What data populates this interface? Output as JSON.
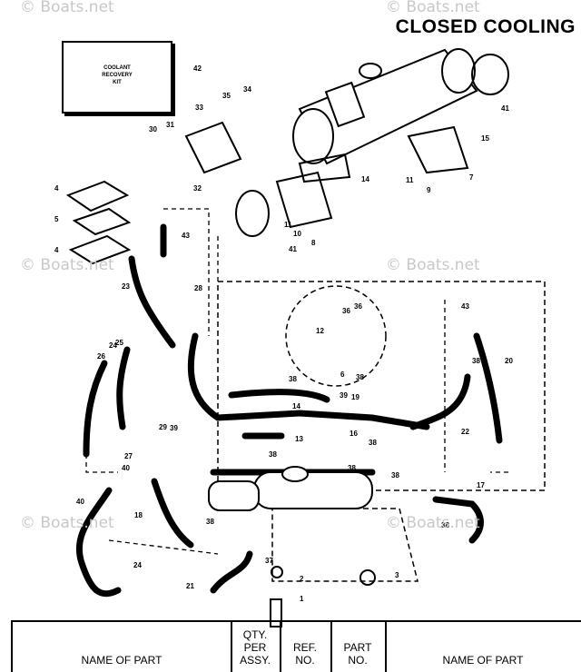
{
  "title": "CLOSED COOLING",
  "watermark": "© Boats.net",
  "kit_label": "COOLANT\nRECOVERY\nKIT",
  "table_headers": [
    "NAME OF PART",
    "QTY.\nPER\nASSY.",
    "REF.\nNO.",
    "PART\nNO.",
    "NAME OF PART"
  ],
  "callouts": [
    "1",
    "2",
    "3",
    "4",
    "4",
    "5",
    "6",
    "7",
    "8",
    "9",
    "10",
    "11",
    "11",
    "12",
    "13",
    "14",
    "14",
    "15",
    "16",
    "17",
    "18",
    "19",
    "20",
    "21",
    "22",
    "23",
    "24",
    "24",
    "25",
    "26",
    "27",
    "28",
    "29",
    "30",
    "31",
    "32",
    "33",
    "34",
    "35",
    "36",
    "36",
    "37",
    "38",
    "38",
    "38",
    "38",
    "38",
    "38",
    "38",
    "38",
    "38",
    "39",
    "39",
    "40",
    "40",
    "41",
    "41",
    "42",
    "43",
    "43"
  ]
}
